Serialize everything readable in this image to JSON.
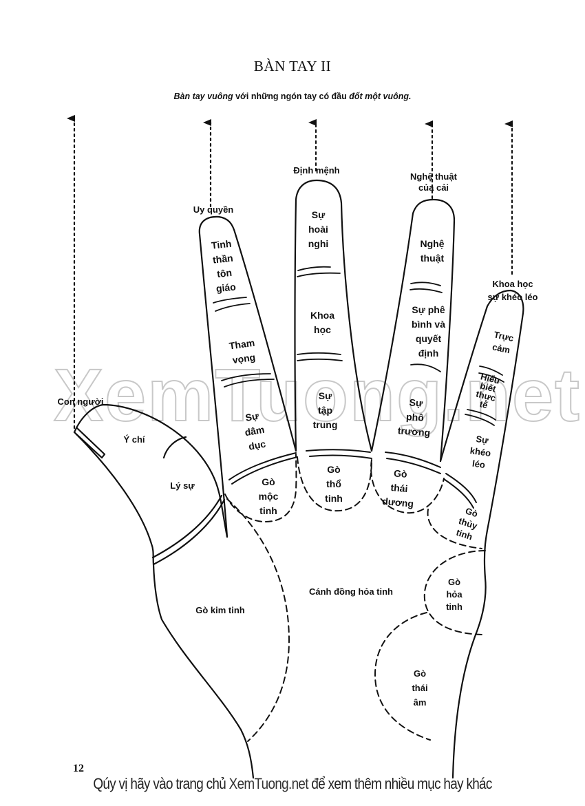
{
  "title": "BÀN TAY II",
  "subtitle": {
    "part1_italic": "Bàn tay vuông",
    "part2": " với những ngón tay có đầu ",
    "part3_italic": "đốt một vuông."
  },
  "watermark": "XemTuong.net",
  "finger_labels": {
    "thumb": "Con người",
    "index": "Uy quyền",
    "middle": "Định mệnh",
    "ring": "Nghệ thuật\ncủa cải",
    "little": "Khoa  học\nsự khéo léo"
  },
  "phalanges": {
    "thumb_top": "Ý chí",
    "thumb_mid": "Lý sự",
    "index_top": "Tinh\nthần\ntôn\ngiáo",
    "index_mid": "Tham\nvọng",
    "index_base": "Sự\ndâm\ndục",
    "middle_top": "Sự\nhoài\nnghi",
    "middle_mid": "Khoa\nhọc",
    "middle_base": "Sự\ntập\ntrung",
    "ring_top": "Nghệ\nthuật",
    "ring_mid": "Sự phê\nbình và\nquyết\nđịnh",
    "ring_base": "Sự\nphô\ntrương",
    "little_top": "Trực\ncảm",
    "little_mid": "Hiểu\nbiết\nthực\ntế",
    "little_base": "Sự\nkhéo\nléo"
  },
  "mounts": {
    "jupiter": "Gò\nmộc\ntinh",
    "saturn": "Gò\nthổ\ntinh",
    "apollo": "Gò\nthái\ndương",
    "mercury": "Gò\nthủy\ntinh",
    "venus": "Gò kim tinh",
    "plain_of_mars": "Cánh đồng hỏa tinh",
    "mars": "Gò\nhỏa\ntinh",
    "moon": "Gò\nthái\nâm"
  },
  "page_number": "12",
  "footer": {
    "before": "Qúy vị hãy vào trang chủ ",
    "site": "XemTuong.net",
    "after": " để xem thêm nhiều mục hay khác"
  },
  "colors": {
    "ink": "#111111",
    "watermark": "#c8c8c8"
  }
}
